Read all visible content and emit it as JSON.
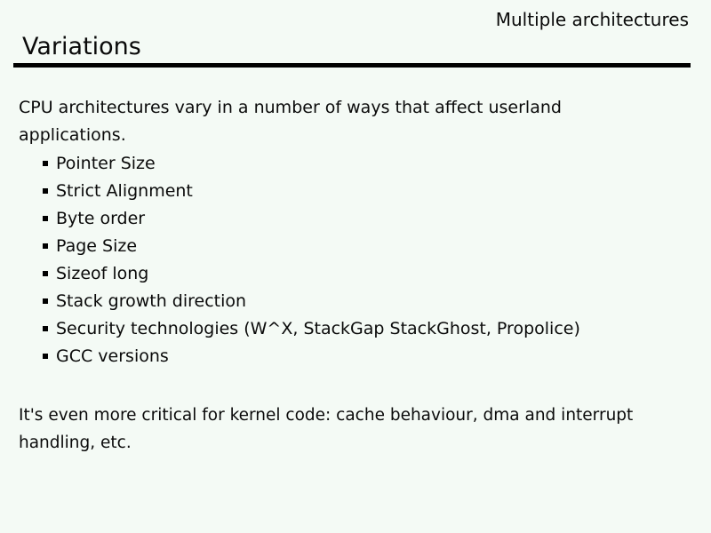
{
  "page": {
    "background_color": "#f4faf5",
    "text_color": "#0a0a0a",
    "rule_color": "#000000"
  },
  "header": {
    "context_label": "Multiple architectures"
  },
  "title": "Variations",
  "intro": "CPU architectures vary in a number of ways that affect userland applications.",
  "bullets": [
    "Pointer Size",
    "Strict Alignment",
    "Byte order",
    "Page Size",
    "Sizeof long",
    "Stack growth direction",
    "Security technologies (W^X, StackGap StackGhost, Propolice)",
    "GCC versions"
  ],
  "kernel_note": "It's even more critical for kernel code: cache behaviour, dma and interrupt handling, etc."
}
